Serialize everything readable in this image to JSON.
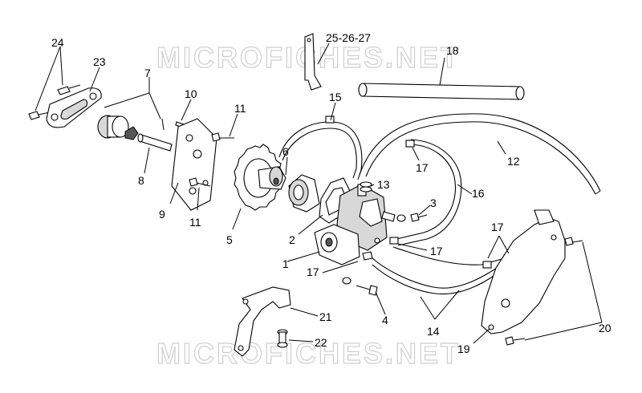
{
  "watermark": "MICROFICHES.NET",
  "labels": {
    "l24": "24",
    "l23": "23",
    "l7": "7",
    "l10": "10",
    "l8": "8",
    "l9": "9",
    "l11a": "11",
    "l11b": "11",
    "l25": "25-26-27",
    "l18": "18",
    "l15": "15",
    "l6": "6",
    "l5": "5",
    "l2": "2",
    "l13": "13",
    "l16": "16",
    "l12": "12",
    "l17a": "17",
    "l3": "3",
    "l17b": "17",
    "l17c": "17",
    "l17d": "17",
    "l1": "1",
    "l4": "4",
    "l14": "14",
    "l21": "21",
    "l22": "22",
    "l19": "19",
    "l20": "20"
  }
}
